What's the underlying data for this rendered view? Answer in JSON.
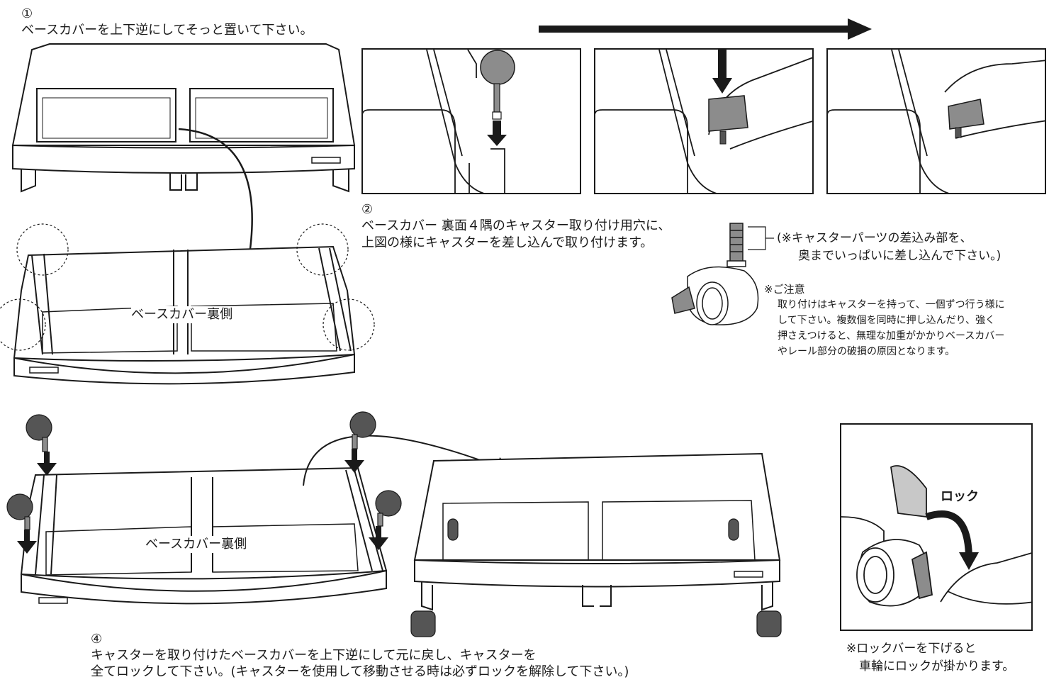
{
  "step1": {
    "number": "①",
    "text": "ベースカバーを上下逆にしてそっと置いて下さい。"
  },
  "step2": {
    "number": "②",
    "line1": "ベースカバー 裏面４隅のキャスター取り付け用穴に、",
    "line2": "上図の様にキャスターを差し込んで取り付けます。"
  },
  "caster_note": {
    "line1": "(※キャスターパーツの差込み部を、",
    "line2": "奥までいっぱいに差し込んで下さい。)"
  },
  "caution": {
    "title": "※ご注意",
    "lines": [
      "取り付けはキャスターを持って、一個ずつ行う様に",
      "して下さい。複数個を同時に押し込んだり、強く",
      "押さえつけると、無理な加重がかかりベースカバー",
      "やレール部分の破損の原因となります。"
    ]
  },
  "underside_label": "ベースカバー裏側",
  "underside_label_2": "ベースカバー裏側",
  "step4": {
    "number": "④",
    "line1": "キャスターを取り付けたベースカバーを上下逆にして元に戻し、キャスターを",
    "line2": "全てロックして下さい。(キャスターを使用して移動させる時は必ずロックを解除して下さい。)"
  },
  "lock": {
    "label": "ロック",
    "note_line1": "※ロックバーを下げると",
    "note_line2": "車輪にロックが掛かります。"
  },
  "colors": {
    "ink": "#1a1a1a",
    "caster_gray": "#8c8c8c",
    "caster_dark": "#555555",
    "lock_gray": "#c8c8c8"
  }
}
